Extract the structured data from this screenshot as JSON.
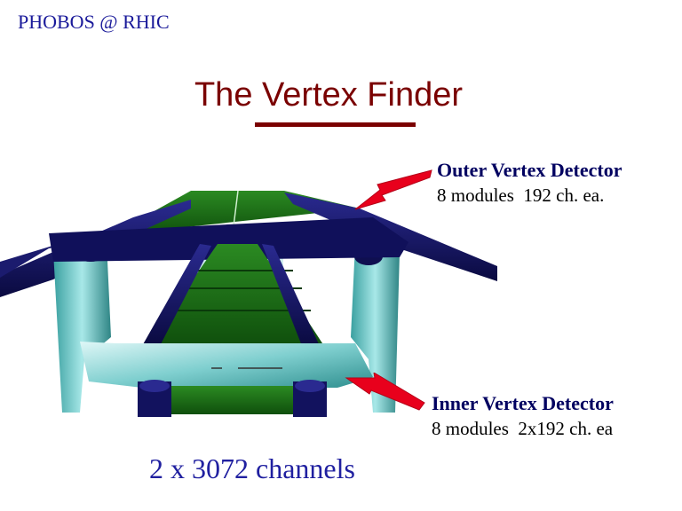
{
  "header": {
    "text": "PHOBOS @ RHIC"
  },
  "title": {
    "text": "The Vertex Finder"
  },
  "outer_detector": {
    "name": "Outer Vertex Detector",
    "detail": "8 modules  192 ch. ea."
  },
  "inner_detector": {
    "name": "Inner Vertex Detector",
    "detail": "8 modules  2x192 ch. ea"
  },
  "footer": {
    "text": "2 x 3072 channels"
  },
  "colors": {
    "header": "#1a1a9a",
    "title": "#7a0000",
    "arrow": "#e8001c",
    "module": "#1e6e1a",
    "rail": "#12125e",
    "frame": "#7fd2d2"
  }
}
